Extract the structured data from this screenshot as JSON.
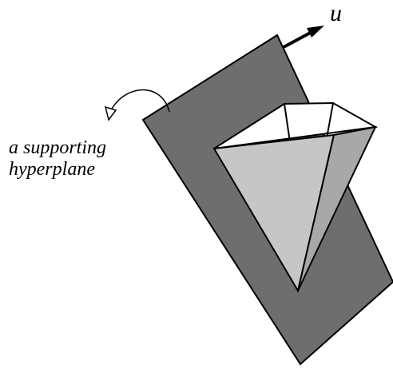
{
  "labels": {
    "vector": "u",
    "hyperplane_line1": "a supporting",
    "hyperplane_line2": "hyperplane"
  },
  "colors": {
    "plane_fill": "#6e6e6e",
    "cone_front_face": "#c6c6c6",
    "cone_right_face": "#a8a8a8",
    "cone_interior": "#ffffff",
    "stroke": "#000000"
  },
  "icons": {
    "curved_pointer": "curved-arrow-icon",
    "normal_vector": "arrow-icon"
  }
}
